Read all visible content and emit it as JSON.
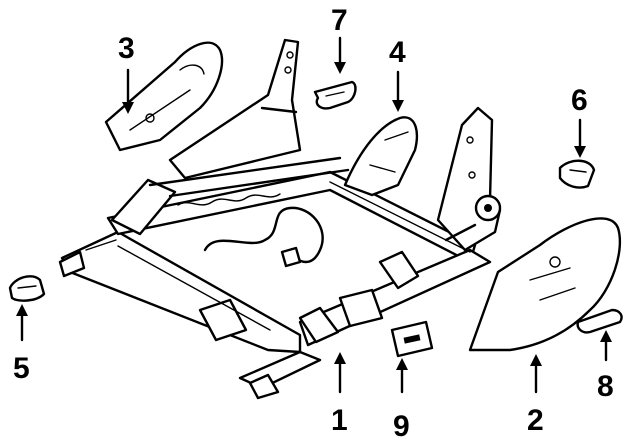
{
  "callouts": [
    {
      "id": "1",
      "label": "1"
    },
    {
      "id": "2",
      "label": "2"
    },
    {
      "id": "3",
      "label": "3"
    },
    {
      "id": "4",
      "label": "4"
    },
    {
      "id": "5",
      "label": "5"
    },
    {
      "id": "6",
      "label": "6"
    },
    {
      "id": "7",
      "label": "7"
    },
    {
      "id": "8",
      "label": "8"
    },
    {
      "id": "9",
      "label": "9"
    }
  ],
  "colors": {
    "ink": "#000000",
    "background": "#ffffff"
  }
}
